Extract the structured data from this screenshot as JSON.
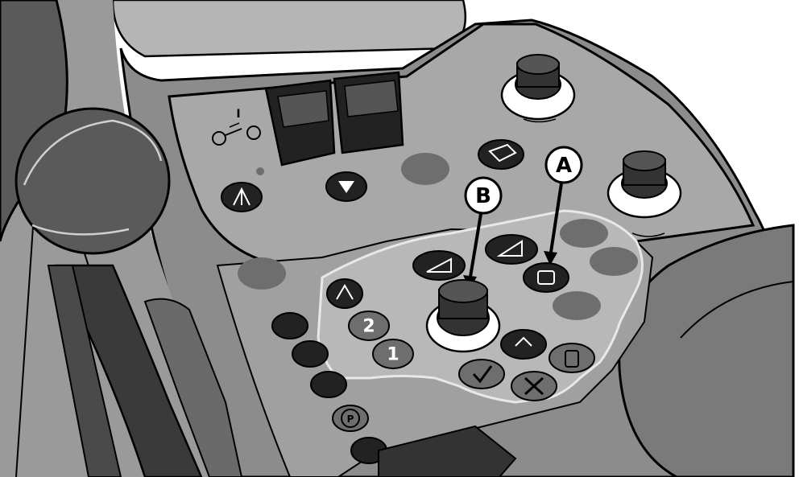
{
  "callouts": {
    "a": {
      "label": "A"
    },
    "b": {
      "label": "B"
    }
  },
  "console": {
    "lever_mark": "I",
    "buttons": {
      "gear_1": "1",
      "gear_2": "2",
      "park_brake": "P"
    }
  },
  "colors": {
    "outline": "#000000",
    "console": "#8c8c8c",
    "panel": "#a8a8a8",
    "pad": "#b8b8b8",
    "button": "#222222",
    "button_soft": "#6e6e6e",
    "lever": "#5a5a5a",
    "background": "#ffffff"
  }
}
